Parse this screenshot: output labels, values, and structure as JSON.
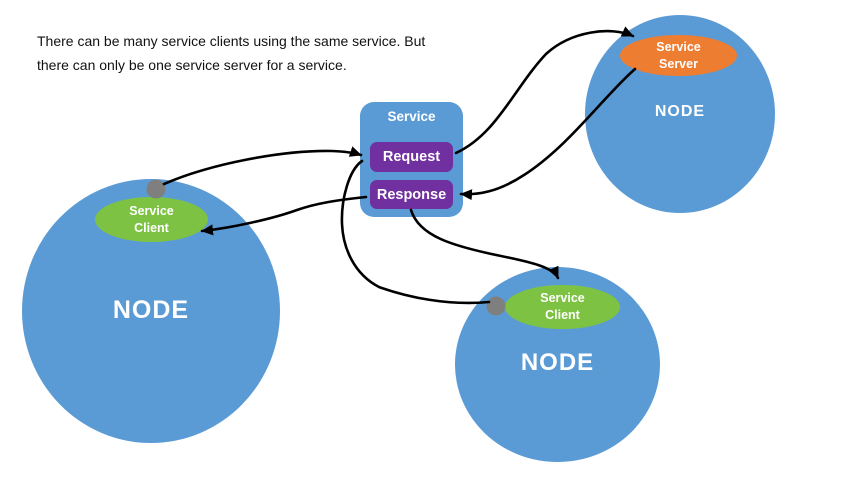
{
  "caption": {
    "line1": "There can be many service clients using the same service. But",
    "line2": "there can only be one service server for a service."
  },
  "service": {
    "title": "Service",
    "request": "Request",
    "response": "Response"
  },
  "nodes": {
    "left": {
      "title": "NODE",
      "component": {
        "line1": "Service",
        "line2": "Client"
      }
    },
    "bottom": {
      "title": "NODE",
      "component": {
        "line1": "Service",
        "line2": "Client"
      }
    },
    "right": {
      "title": "NODE",
      "component": {
        "line1": "Service",
        "line2": "Server"
      }
    }
  },
  "icons": {
    "connection-dot": "filled-gray-circle",
    "arrowhead": "black-triangle"
  },
  "colors": {
    "node-blue": "#5B9BD5",
    "client-green": "#7DC243",
    "server-orange": "#ED7D31",
    "box-purple": "#7030A0",
    "dot-gray": "#7F7F7F",
    "arrow-black": "#000000",
    "text-white": "#FFFFFF",
    "caption-black": "#111111",
    "background-white": "#FFFFFF"
  }
}
